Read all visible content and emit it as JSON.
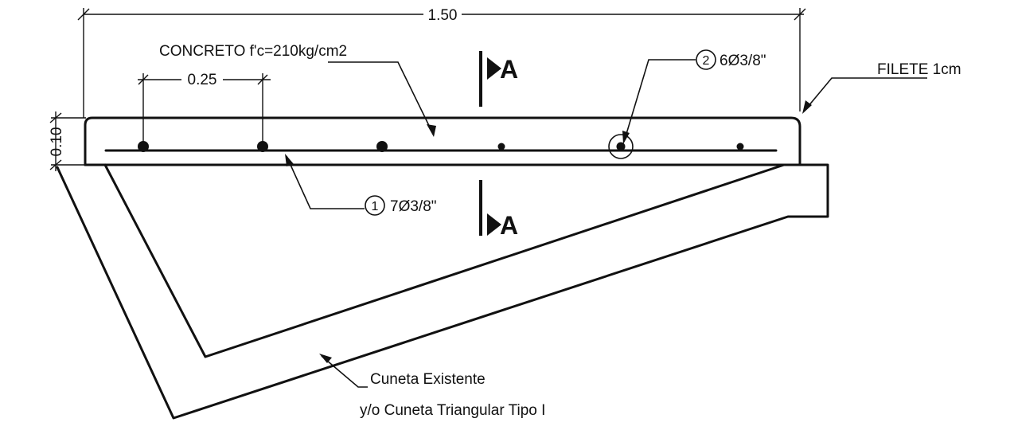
{
  "dimensions": {
    "overall_width": "1.50",
    "bar_spacing": "0.25",
    "slab_thickness": "0.10"
  },
  "labels": {
    "concrete": "CONCRETO f'c=210kg/cm2",
    "fillet": "FILETE 1cm",
    "section_mark": "A",
    "existing_gutter_line1": "Cuneta Existente",
    "existing_gutter_line2": "y/o Cuneta Triangular Tipo I"
  },
  "rebar_marks": [
    {
      "number": "1",
      "spec": "7Ø3/8\""
    },
    {
      "number": "2",
      "spec": "6Ø3/8\""
    }
  ]
}
